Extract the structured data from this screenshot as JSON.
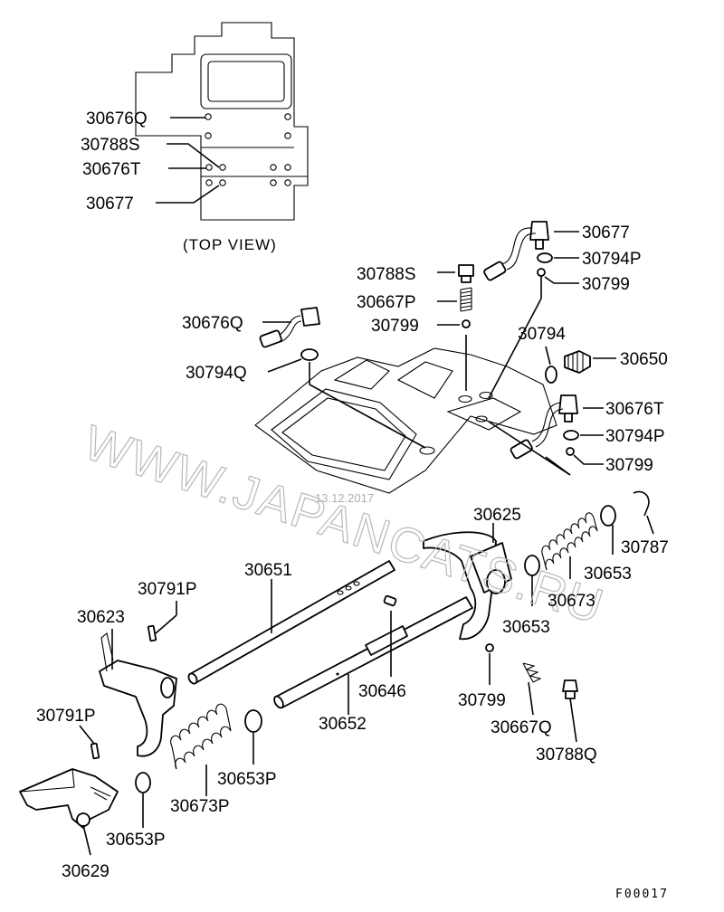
{
  "diagram": {
    "top_view_caption": "(TOP VIEW)",
    "figure_code": "F00017",
    "watermark": {
      "text": "WWW.JAPANCATS.RU",
      "date": "13.12.2017"
    },
    "top_view_labels": [
      "30676Q",
      "30788S",
      "30676T",
      "30677"
    ],
    "labels": {
      "l30677_a": "30677",
      "l30794P_a": "30794P",
      "l30799_a": "30799",
      "l30788S": "30788S",
      "l30667P": "30667P",
      "l30799_b": "30799",
      "l30676Q": "30676Q",
      "l30794Q": "30794Q",
      "l30794": "30794",
      "l30650": "30650",
      "l30676T": "30676T",
      "l30794P_b": "30794P",
      "l30799_c": "30799",
      "l30625": "30625",
      "l30787": "30787",
      "l30653_a": "30653",
      "l30673_a": "30673",
      "l30653_b": "30653",
      "l30651": "30651",
      "l30791P_a": "30791P",
      "l30623": "30623",
      "l30646": "30646",
      "l30652": "30652",
      "l30799_d": "30799",
      "l30667Q": "30667Q",
      "l30788Q": "30788Q",
      "l30791P_b": "30791P",
      "l30653P_a": "30653P",
      "l30673P": "30673P",
      "l30653P_b": "30653P",
      "l30629": "30629"
    }
  }
}
